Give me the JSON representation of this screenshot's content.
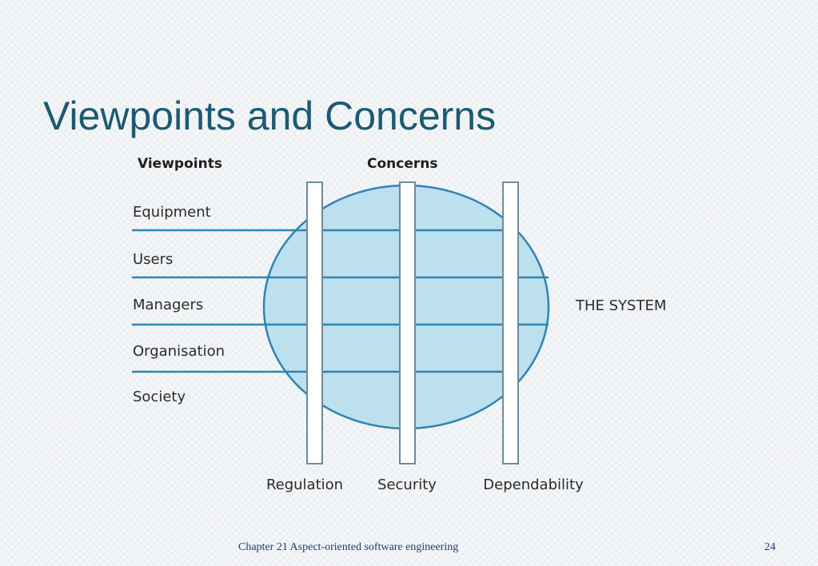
{
  "slide": {
    "title": "Viewpoints and Concerns",
    "footer": "Chapter 21 Aspect-oriented software engineering",
    "page_number": "24"
  },
  "diagram": {
    "viewpoints_heading": "Viewpoints",
    "concerns_heading": "Concerns",
    "viewpoints": [
      "Equipment",
      "Users",
      "Managers",
      "Organisation",
      "Society"
    ],
    "concerns": [
      "Regulation",
      "Security",
      "Dependability"
    ],
    "system_label": "THE SYSTEM",
    "colors": {
      "system_fill": "#bde0ee",
      "lines": "#2f84b5",
      "outline": "#6f8b99",
      "title": "#1b5a73"
    }
  }
}
